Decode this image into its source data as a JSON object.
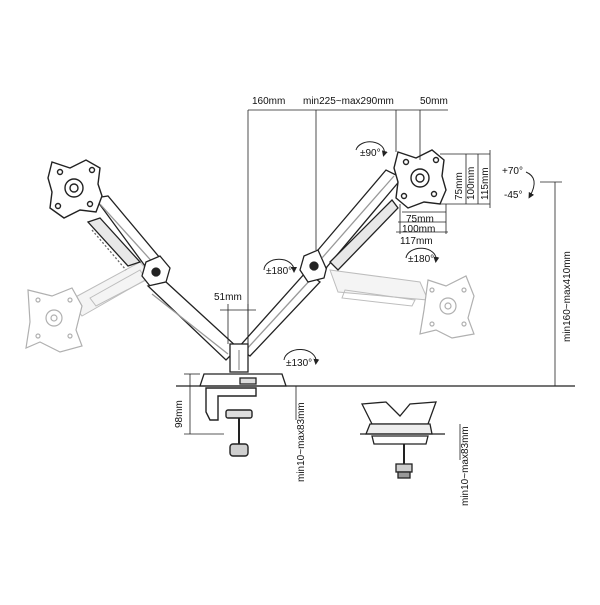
{
  "dimensions": {
    "arm_reach_offset": "160mm",
    "arm_length_range": "min225~max290mm",
    "plate_offset": "50mm",
    "pole_width": "51mm",
    "plate_height_max": "115mm",
    "plate_height_mid": "100mm",
    "plate_height_min": "75mm",
    "plate_width_min": "75mm",
    "plate_width_mid": "100mm",
    "plate_width_max": "117mm",
    "height_range": "min160~max410mm",
    "clamp_height": "98mm",
    "clamp_thickness": "min10~max83mm",
    "grommet_thickness": "min10~max83mm"
  },
  "angles": {
    "rotation_plate": "±90°",
    "tilt_up": "+70°",
    "tilt_down": "-45°",
    "swivel_arm_left": "±180°",
    "swivel_arm_right": "±180°",
    "swivel_base": "±130°"
  },
  "colors": {
    "line": "#222222",
    "gray": "#9a9a9a",
    "light": "#d6d6d6"
  }
}
